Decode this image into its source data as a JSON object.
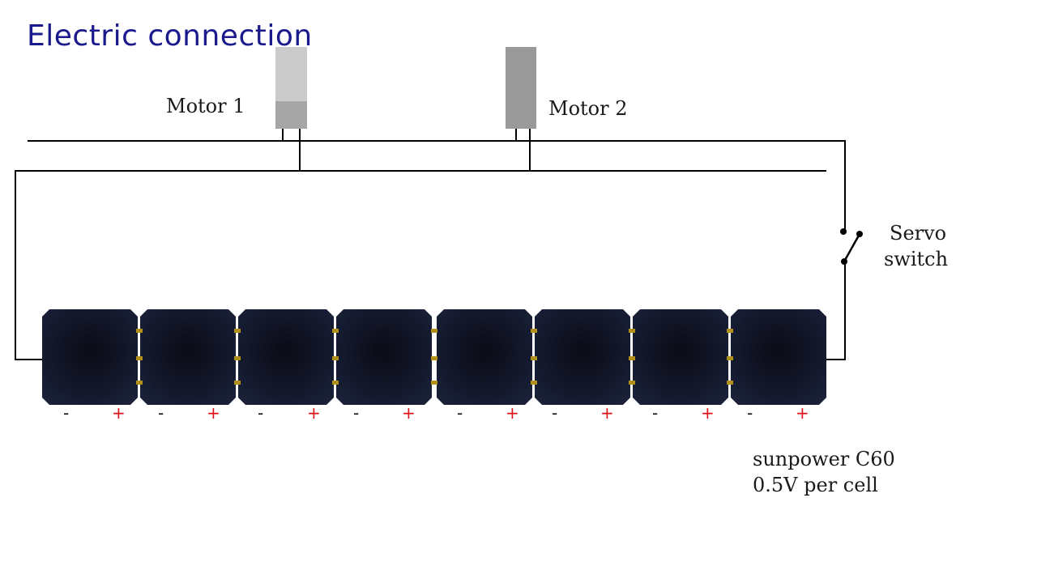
{
  "title": "Electric connection",
  "motors": [
    {
      "label": "Motor 1"
    },
    {
      "label": "Motor 2"
    }
  ],
  "switch": {
    "line1": "Servo",
    "line2": "switch"
  },
  "cells": {
    "count": 8,
    "minus_symbol": "-",
    "plus_symbol": "+"
  },
  "spec": {
    "line1": "sunpower C60",
    "line2": "0.5V per cell"
  },
  "colors": {
    "title": "#1a1a8c",
    "cell": "#151b30",
    "plus": "#e0101a",
    "wire": "#000000",
    "tab": "#b0901a"
  }
}
